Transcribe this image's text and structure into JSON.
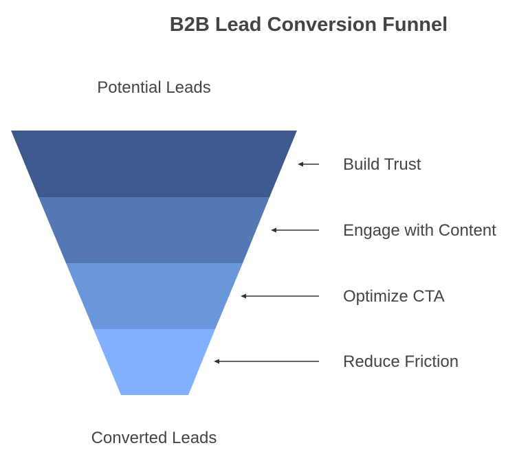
{
  "title": "B2B Lead Conversion Funnel",
  "top_label": "Potential Leads",
  "bottom_label": "Converted Leads",
  "stages": [
    {
      "label": "Build Trust",
      "color": "#3D5A8E"
    },
    {
      "label": "Engage with Content",
      "color": "#5478B4"
    },
    {
      "label": "Optimize CTA",
      "color": "#6A96DA"
    },
    {
      "label": "Reduce Friction",
      "color": "#80B0FF"
    }
  ],
  "arrow_color": "#333333"
}
